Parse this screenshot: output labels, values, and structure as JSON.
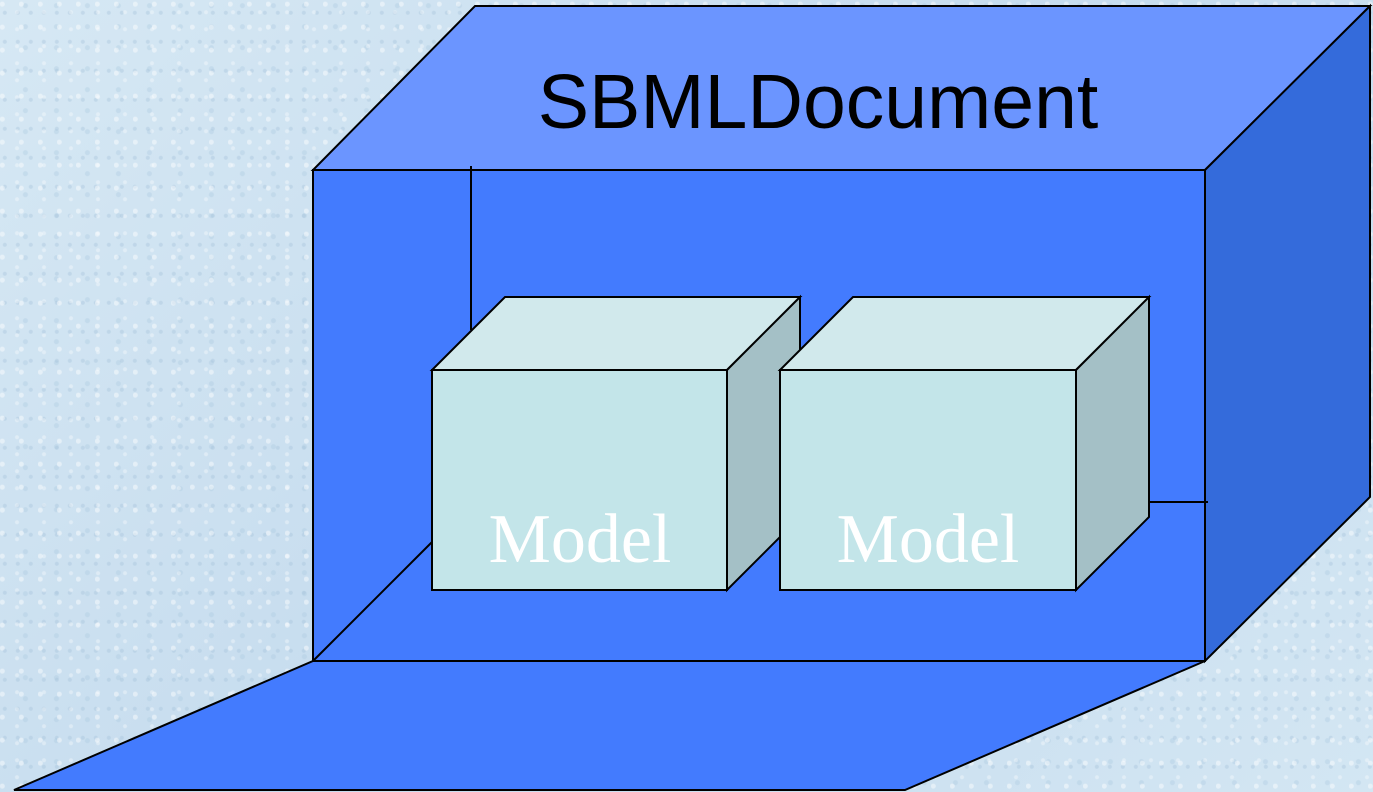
{
  "document": {
    "label": "SBMLDocument"
  },
  "models": [
    {
      "label": "Model"
    },
    {
      "label": "Model"
    }
  ],
  "colors": {
    "background": "#cfe3f1",
    "container_top": "#6b95ff",
    "container_front": "#437bfe",
    "container_side": "#346bdb",
    "model_front": "#c3e5e9",
    "model_top": "#d1e9ec",
    "model_side": "#a4c0c6",
    "stroke": "#000000"
  }
}
